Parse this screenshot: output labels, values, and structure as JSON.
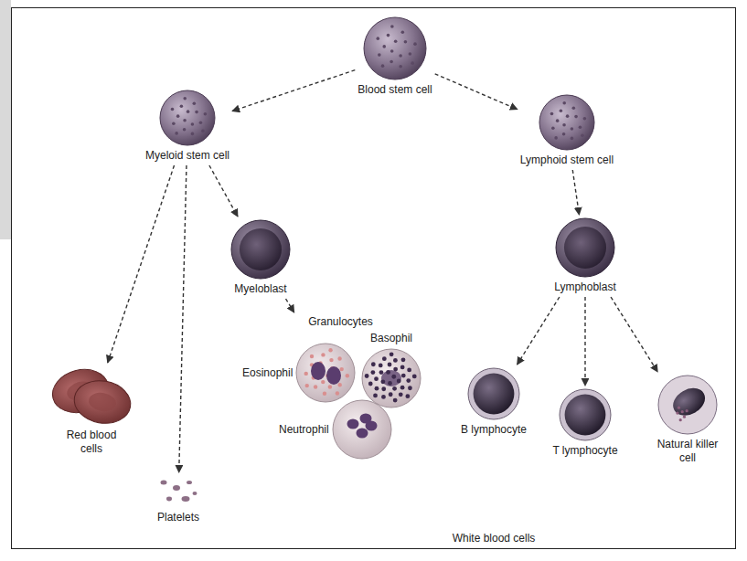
{
  "diagram": {
    "nodes": [
      {
        "text": [
          "Blood stem cell"
        ]
      },
      {
        "text": [
          "Myeloid stem cell"
        ]
      },
      {
        "text": [
          "Lymphoid stem cell"
        ]
      },
      {
        "text": [
          "Myeloblast"
        ]
      },
      {
        "text": [
          "Lymphoblast"
        ]
      },
      {
        "text": [
          "Granulocytes"
        ]
      },
      {
        "text": [
          "Eosinophil"
        ],
        "in": 5
      },
      {
        "text": [
          "Basophil"
        ],
        "in": 5
      },
      {
        "text": [
          "Neutrophil"
        ],
        "in": 5
      },
      {
        "text": [
          "Red blood cells"
        ]
      },
      {
        "text": [
          "Platelets"
        ]
      },
      {
        "text": [
          "B lymphocyte"
        ]
      },
      {
        "text": [
          "T lymphocyte"
        ]
      },
      {
        "text": [
          "Natural killer cell"
        ]
      }
    ],
    "edges": [
      {
        "from": 0,
        "to": 1,
        "arrow": "to"
      },
      {
        "from": 0,
        "to": 2,
        "arrow": "to"
      },
      {
        "from": 1,
        "to": 9,
        "arrow": "to"
      },
      {
        "from": 1,
        "to": 10,
        "arrow": "to"
      },
      {
        "from": 1,
        "to": 3,
        "arrow": "to"
      },
      {
        "from": 2,
        "to": 4,
        "arrow": "to"
      },
      {
        "from": 3,
        "to": 5,
        "arrow": "to"
      },
      {
        "from": 4,
        "to": 11,
        "arrow": "to"
      },
      {
        "from": 4,
        "to": 12,
        "arrow": "to"
      },
      {
        "from": 4,
        "to": 13,
        "arrow": "to"
      }
    ],
    "labels": [
      "White blood cells"
    ]
  }
}
